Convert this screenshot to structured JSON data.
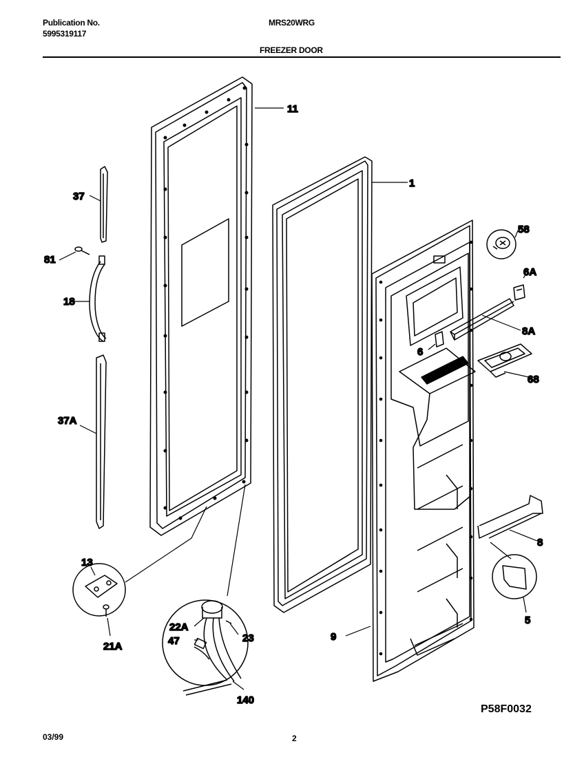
{
  "header": {
    "publication_label": "Publication No.",
    "publication_number": "5995319117",
    "model": "MRS20WRG",
    "section": "FREEZER DOOR"
  },
  "footer": {
    "date": "03/99",
    "page": "2",
    "figure_code": "P58F0032"
  },
  "callouts": {
    "c11": "11",
    "c1": "1",
    "c58": "58",
    "c6A": "6A",
    "c8A": "8A",
    "c6": "6",
    "c68": "68",
    "c8": "8",
    "c5": "5",
    "c9": "9",
    "c37": "37",
    "c81": "81",
    "c18": "18",
    "c37A": "37A",
    "c13": "13",
    "c21A": "21A",
    "c22A": "22A",
    "c47": "47",
    "c23": "23",
    "c140": "140"
  }
}
